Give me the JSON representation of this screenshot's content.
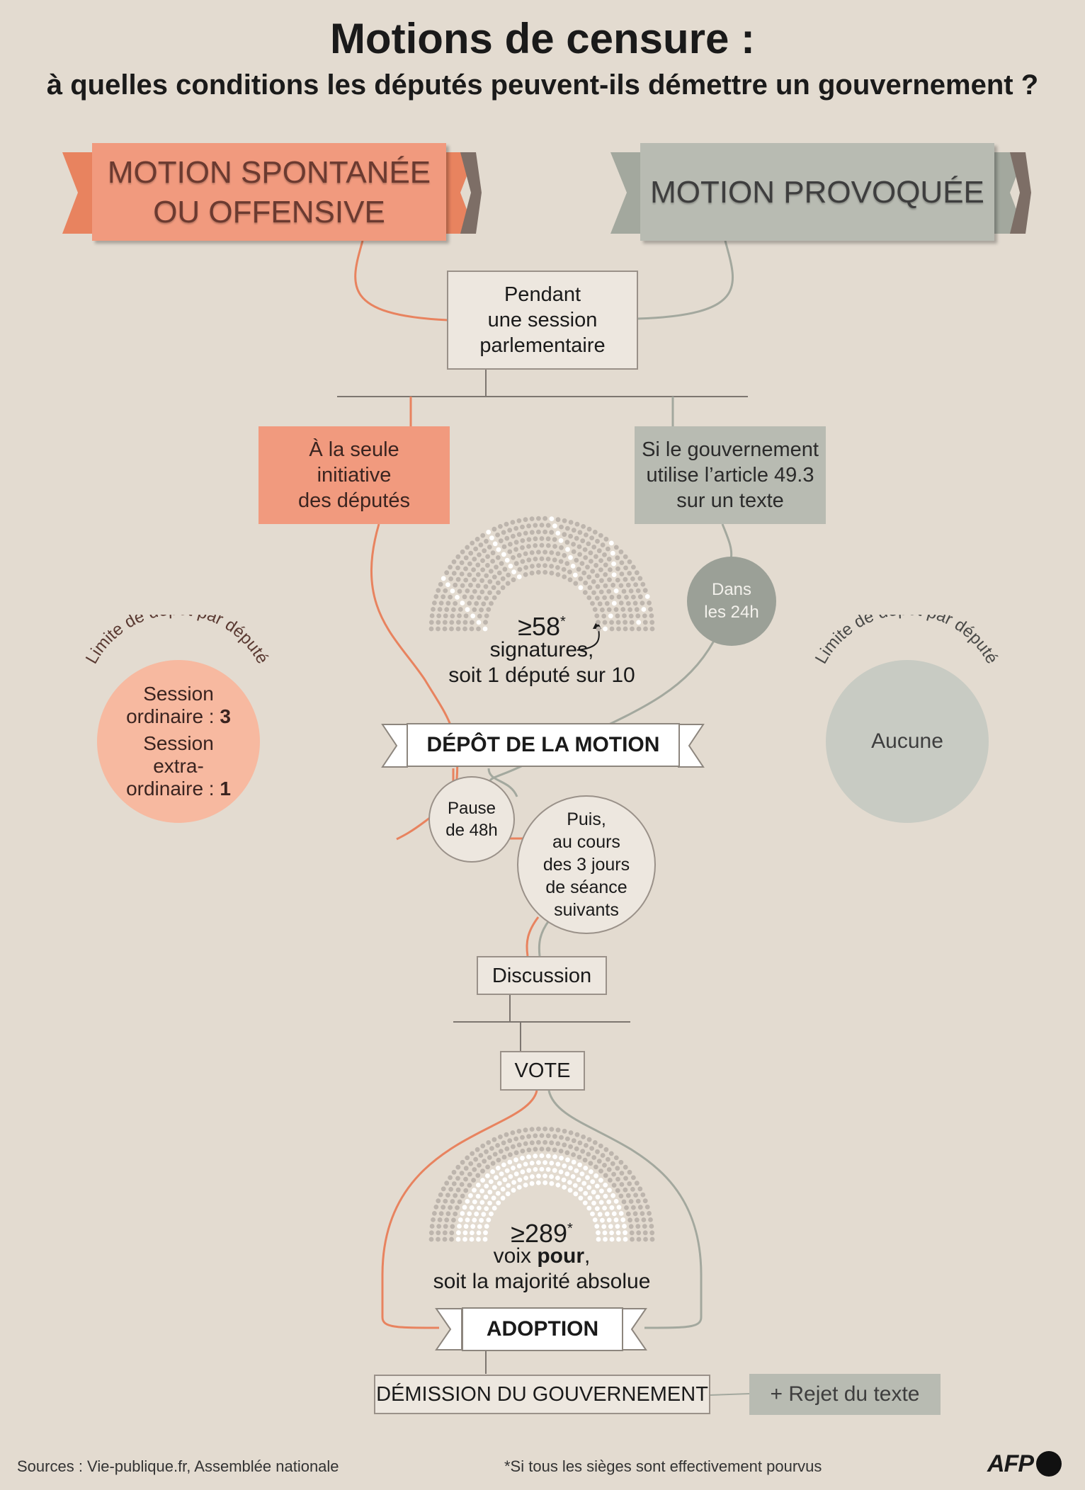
{
  "title": "Motions de censure :",
  "subtitle": "à quelles conditions les députés peuvent-ils démettre un gouvernement ?",
  "banners": {
    "left_line1": "MOTION SPONTANÉE",
    "left_line2": "OU OFFENSIVE",
    "right": "MOTION PROVOQUÉE"
  },
  "session": [
    "Pendant",
    "une session",
    "parlementaire"
  ],
  "initiative": [
    "À la seule",
    "initiative",
    "des députés"
  ],
  "article": [
    "Si le gouvernement",
    "utilise l’article 49.3",
    "sur un texte"
  ],
  "dans24": [
    "Dans",
    "les 24h"
  ],
  "signatures": {
    "value": "≥58",
    "star": "*",
    "line1": "signatures,",
    "line2": "soit 1 député sur 10"
  },
  "limit_left": {
    "arc": "Limite de dépôt par député",
    "line1": "Session",
    "line2_text": "ordinaire : ",
    "line2_bold": "3",
    "line3": "Session",
    "line4": "extra-",
    "line5_text": "ordinaire : ",
    "line5_bold": "1"
  },
  "limit_right": {
    "arc": "Limite de dépôt par député",
    "value": "Aucune"
  },
  "depot": "DÉPÔT DE LA MOTION",
  "pause": [
    "Pause",
    "de 48h"
  ],
  "puis": [
    "Puis,",
    "au cours",
    "des 3 jours",
    "de séance",
    "suivants"
  ],
  "discussion": "Discussion",
  "vote": "VOTE",
  "majority": {
    "value": "≥289",
    "star": "*",
    "line1_a": "voix ",
    "line1_bold": "pour",
    "line1_b": ",",
    "line2": "soit la majorité absolue"
  },
  "adoption": "ADOPTION",
  "demission": "DÉMISSION DU GOUVERNEMENT",
  "rejet": "+ Rejet du texte",
  "footer": {
    "sources": "Sources : Vie-publique.fr, Assemblée nationale",
    "note": "*Si tous les sièges sont effectivement pourvus",
    "logo": "AFP"
  },
  "colors": {
    "orange": "#f19a7e",
    "orange_line": "#e8835f",
    "grey": "#b8bbb2",
    "grey_line": "#a3a89e",
    "background": "#e3dbd0"
  }
}
